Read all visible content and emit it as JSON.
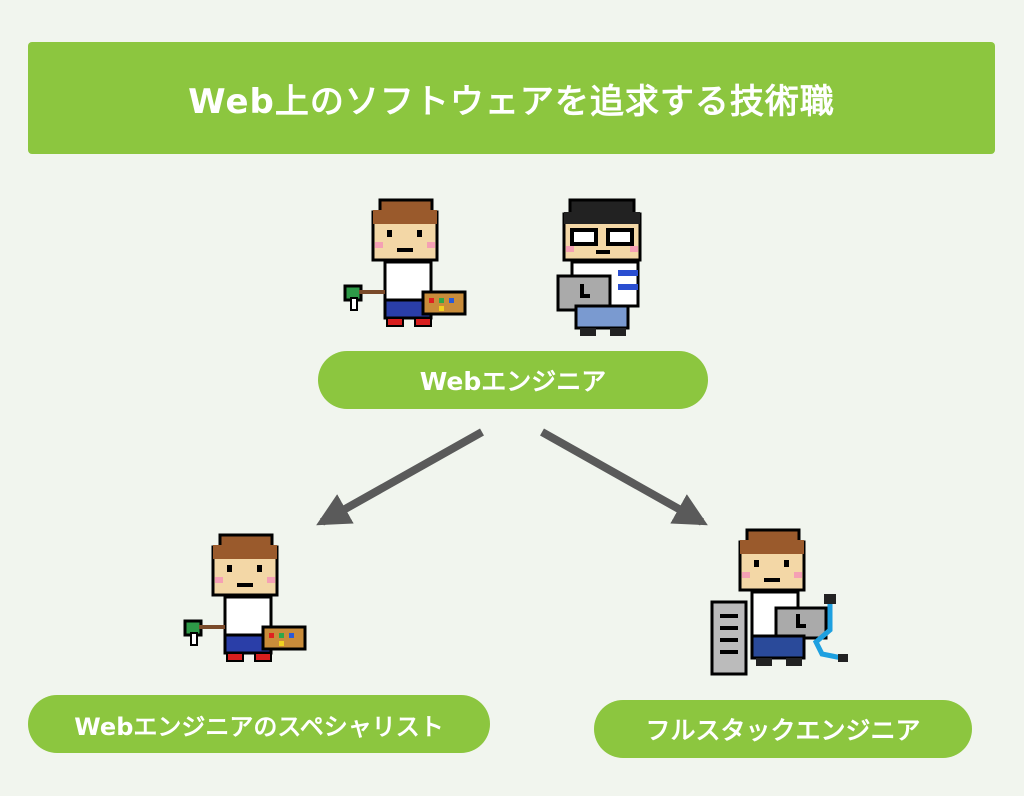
{
  "banner": {
    "title": "Web上のソフトウェアを追求する技術職"
  },
  "center": {
    "label": "Webエンジニア"
  },
  "left": {
    "label": "Webエンジニアのスペシャリスト"
  },
  "right": {
    "label": "フルスタックエンジニア"
  },
  "colors": {
    "accent": "#8cc63f",
    "background": "#f1f5ee",
    "arrow": "#5a5a5a"
  },
  "icons": [
    "designer-character-icon",
    "engineer-character-icon",
    "specialist-character-icon",
    "fullstack-character-icon"
  ]
}
